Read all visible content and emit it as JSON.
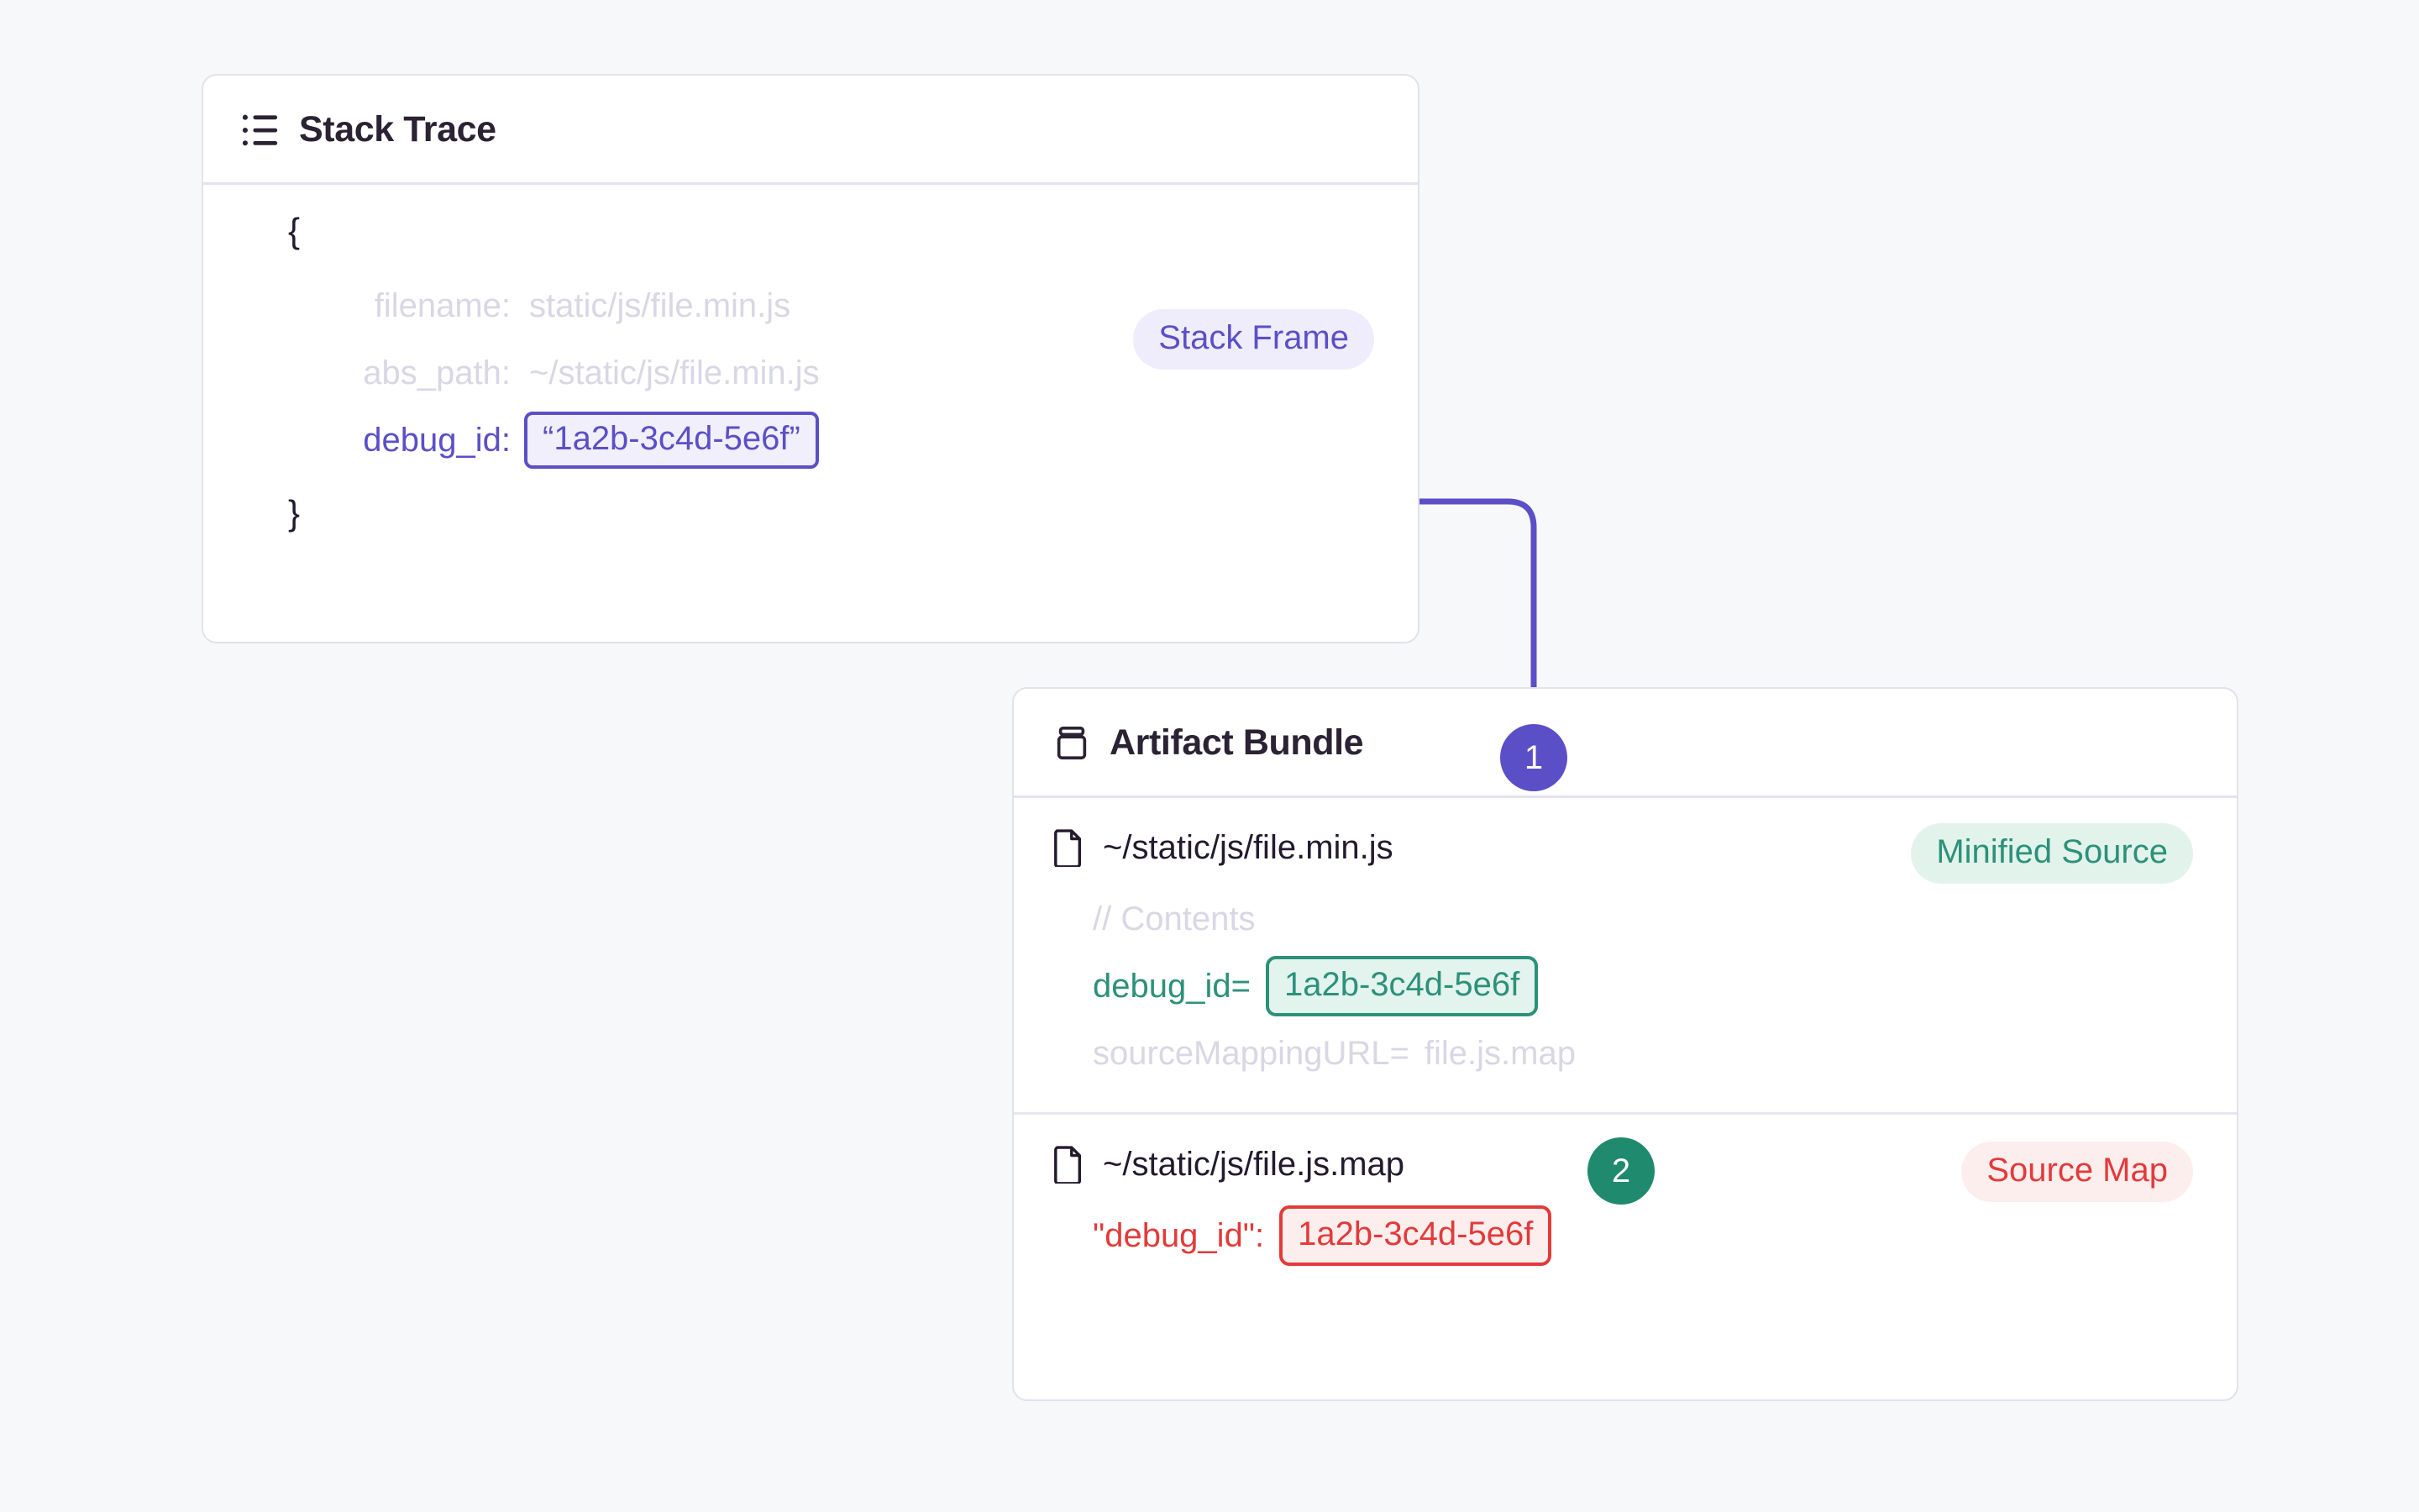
{
  "theme": {
    "background": "#f7f8fa",
    "panel_bg": "#ffffff",
    "panel_border": "#e3e1ea",
    "purple": "#5b4fc7",
    "purple_soft_bg": "#efedfb",
    "teal": "#2c9179",
    "teal_soft_bg": "#e2f3ec",
    "teal_step": "#1f8a6d",
    "red": "#e33a3a",
    "red_soft_bg": "#fdeeee",
    "muted_text": "#d8d7e4",
    "title_text": "#2b2233"
  },
  "stack_trace": {
    "icon": "list-icon",
    "title": "Stack Trace",
    "badge": "Stack Frame",
    "open_brace": "{",
    "close_brace": "}",
    "fields": [
      {
        "key": "filename:",
        "value": "static/js/file.min.js",
        "style": "muted"
      },
      {
        "key": "abs_path:",
        "value": "~/static/js/file.min.js",
        "style": "muted"
      },
      {
        "key": "debug_id:",
        "value": "“1a2b-3c4d-5e6f”",
        "style": "highlight-purple"
      }
    ]
  },
  "artifact_bundle": {
    "icon": "package-icon",
    "title": "Artifact Bundle",
    "files": [
      {
        "file_icon": "file-icon",
        "filename": "~/static/js/file.min.js",
        "badge": "Minified Source",
        "badge_style": "teal",
        "lines": [
          {
            "text": "// Contents",
            "style": "muted"
          },
          {
            "key": "debug_id=",
            "value": "1a2b-3c4d-5e6f",
            "style": "highlight-teal"
          },
          {
            "key": "sourceMappingURL=",
            "value": "file.js.map",
            "style": "muted"
          }
        ]
      },
      {
        "file_icon": "file-icon",
        "filename": "~/static/js/file.js.map",
        "badge": "Source Map",
        "badge_style": "red",
        "lines": [
          {
            "key": "\"debug_id\":",
            "value": "1a2b-3c4d-5e6f",
            "style": "highlight-red"
          }
        ]
      }
    ]
  },
  "steps": [
    {
      "number": "1",
      "color": "#5b4fc7"
    },
    {
      "number": "2",
      "color": "#1f8a6d"
    }
  ]
}
